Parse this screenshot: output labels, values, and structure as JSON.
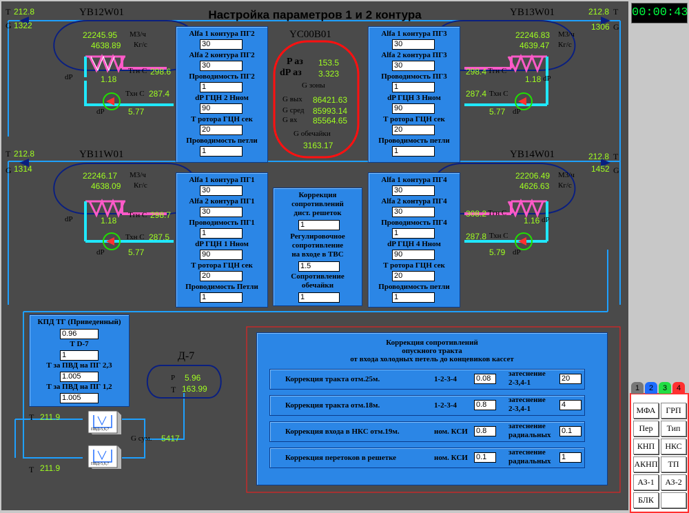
{
  "title": "Настройка параметров 1 и 2 контура",
  "timer": "00:00:43",
  "loops": {
    "yb12": {
      "name": "YB12W01",
      "t": "212.8",
      "g": "1322",
      "flow1": "22245.95",
      "unit1": "М3/ч",
      "flow2": "4638.89",
      "unit2": "Кг/с",
      "t_hot_label": "Тгн С",
      "t_hot": "298.6",
      "dp_label": "dP",
      "dp_hx": "1.18",
      "t_cold_label": "Тхн С",
      "t_cold": "287.4",
      "dp_pump_label": "dP",
      "dp_pump": "5.77"
    },
    "yb13": {
      "name": "YB13W01",
      "t": "212.8",
      "g": "1306",
      "flow1": "22246.83",
      "unit1": "М3/ч",
      "flow2": "4639.47",
      "unit2": "Кг/с",
      "t_hot_label": "Тгн С",
      "t_hot": "298.4",
      "dp_label": "dP",
      "dp_hx": "1.18",
      "t_cold_label": "Тхн С",
      "t_cold": "287.4",
      "dp_pump_label": "dP",
      "dp_pump": "5.77"
    },
    "yb11": {
      "name": "YB11W01",
      "t": "212.8",
      "g": "1314",
      "flow1": "22246.17",
      "unit1": "М3/ч",
      "flow2": "4638.09",
      "unit2": "Кг/с",
      "t_hot_label": "Тгн С",
      "t_hot": "298.7",
      "dp_label": "dP",
      "dp_hx": "1.18",
      "t_cold_label": "Тхн С",
      "t_cold": "287.5",
      "dp_pump_label": "dP",
      "dp_pump": "5.77"
    },
    "yb14": {
      "name": "YB14W01",
      "t": "212.8",
      "g": "1452",
      "flow1": "22206.49",
      "unit1": "М3/ч",
      "flow2": "4626.63",
      "unit2": "Кг/с",
      "t_hot_label": "Тгн С",
      "t_hot": "308.2",
      "dp_label": "dP",
      "dp_hx": "1.16",
      "t_cold_label": "Тхн С",
      "t_cold": "287.8",
      "dp_pump_label": "dP",
      "dp_pump": "5.79"
    }
  },
  "sym": {
    "t": "T",
    "g": "G"
  },
  "pg_boxes": {
    "pg2": [
      {
        "label": "Alfa 1 контура ПГ2",
        "value": "30"
      },
      {
        "label": "Alfa  2 контура ПГ2",
        "value": "30"
      },
      {
        "label": "Проводимость ПГ2",
        "value": "1"
      },
      {
        "label": "dP ГЦН 2 Hном",
        "value": "90"
      },
      {
        "label": "Т ротора ГЦН сек",
        "value": "20"
      },
      {
        "label": "Проводимость петли",
        "value": "1"
      }
    ],
    "pg3": [
      {
        "label": "Alfa 1 контура ПГ3",
        "value": "30"
      },
      {
        "label": "Alfa  2 контура ПГ3",
        "value": "30"
      },
      {
        "label": "Проводимость ПГ3",
        "value": "1"
      },
      {
        "label": "dP ГЦН 3 Hном",
        "value": "90"
      },
      {
        "label": "Т ротора ГЦН сек",
        "value": "20"
      },
      {
        "label": "Проводимость петли",
        "value": "1"
      }
    ],
    "pg1": [
      {
        "label": "Alfa 1 контура ПГ1",
        "value": "30"
      },
      {
        "label": "Alfa  2 контура ПГ1",
        "value": "30"
      },
      {
        "label": "Проводимость ПГ1",
        "value": "1"
      },
      {
        "label": "dP ГЦН 1 Hном",
        "value": "90"
      },
      {
        "label": "Т ротора ГЦН сек",
        "value": "20"
      },
      {
        "label": "Проводимость Петли",
        "value": "1"
      }
    ],
    "pg4": [
      {
        "label": "Alfa 1 контура ПГ4",
        "value": "30"
      },
      {
        "label": "Alfa  2 контура ПГ4",
        "value": "30"
      },
      {
        "label": "Проводимость ПГ4",
        "value": "1"
      },
      {
        "label": "dP ГЦН 4 Hном",
        "value": "90"
      },
      {
        "label": "Т ротора ГЦН сек",
        "value": "20"
      },
      {
        "label": "Проводимость петли",
        "value": "1"
      }
    ]
  },
  "reactor": {
    "name": "YC00B01",
    "p_label": "P аз",
    "p": "153.5",
    "dp_label": "dP аз",
    "dp": "3.323",
    "gzone_label": "G зоны",
    "gout_label": "G вых",
    "gout": "86421.63",
    "gmid_label": "G сред",
    "gmid": "85993.14",
    "gin_label": "G вх",
    "gin": "85564.65",
    "gshell_label": "G обечайки",
    "gshell": "3163.17"
  },
  "center_corr": {
    "l1a": "Коррекция",
    "l1b": "сопротивлений",
    "l1c": "дист. решеток",
    "v1": "1",
    "l2a": "Регулировочное",
    "l2b": "сопротивление",
    "l2c": "на входе в ТВС",
    "v2": "1.5",
    "l3a": "Сопротивление",
    "l3b": "обечайки",
    "v3": "1"
  },
  "kpd": {
    "l1": "КПД ТГ (Приведенный)",
    "v1": "0.96",
    "l2": "Т D-7",
    "v2": "1",
    "l3": "Т за ПВД на ПГ 2,3",
    "v3": "1.005",
    "l4": "Т за ПВД на ПГ 1,2",
    "v4": "1.005"
  },
  "d7": {
    "name": "Д-7",
    "p_label": "P",
    "p": "5.96",
    "t_label": "T",
    "t": "163.99"
  },
  "pvd": {
    "label": "ПВД-5,6,7",
    "t_top_label": "T",
    "t_top": "211.9",
    "t_bot_label": "T",
    "t_bot": "211.9",
    "g_label": "G сум.",
    "g": "5417"
  },
  "corr_panel": {
    "title1": "Коррекция сопротивлений",
    "title2": "опускного тракта",
    "title3": "от входа холодных петель до концевиков кассет",
    "rows": [
      {
        "label": "Коррекция тракта отм.25м.",
        "mid": "1-2-3-4",
        "v1": "0.08",
        "r1": "затеснение",
        "r2": "2-3,4-1",
        "v2": "20"
      },
      {
        "label": "Коррекция тракта отм.18м.",
        "mid": "1-2-3-4",
        "v1": "0.8",
        "r1": "затеснение",
        "r2": "2-3,4-1",
        "v2": "4"
      },
      {
        "label": "Коррекция входа в НКС отм.19м.",
        "mid": "ном. КСИ",
        "v1": "0.8",
        "r1": "затеснение",
        "r2": "радиальных",
        "v2": "0.1"
      },
      {
        "label": "Коррекция перетоков в решетке",
        "mid": "ном. КСИ",
        "v1": "0.1",
        "r1": "затеснение",
        "r2": "радиальных",
        "v2": "1"
      }
    ]
  },
  "nav": {
    "tabs": [
      {
        "label": "1",
        "color": "#777777"
      },
      {
        "label": "2",
        "color": "#1e6cff"
      },
      {
        "label": "3",
        "color": "#22dd44"
      },
      {
        "label": "4",
        "color": "#ff3030"
      }
    ],
    "buttons": [
      "МФА",
      "ГРП",
      "Пер",
      "Тип",
      "КНП",
      "НКС",
      "АКНП",
      "ТП",
      "АЗ-1",
      "АЗ-2",
      "БЛК",
      ""
    ]
  },
  "colors": {
    "background": "#4a4a4a",
    "panel": "#2b86e6",
    "value": "#a0ff20",
    "pipe_hot": "#ff5ac8",
    "pipe_cold": "#20e8ff",
    "reactor_border": "#ff1010"
  }
}
